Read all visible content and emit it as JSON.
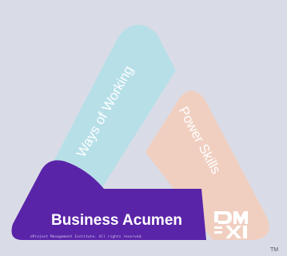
{
  "diagram": {
    "left_side": {
      "label": "Ways of Working",
      "color": "#b7dfe8"
    },
    "right_side": {
      "label": "Power Skills",
      "color": "#f0cfc0"
    },
    "base": {
      "label": "Business Acumen",
      "color": "#5a24a8"
    },
    "copyright": "©Project Management Institute. All rights reserved.",
    "logo": {
      "letters": "PMI",
      "color": "#ffffff"
    },
    "trademark": "TM",
    "background": "#d9dce6"
  }
}
